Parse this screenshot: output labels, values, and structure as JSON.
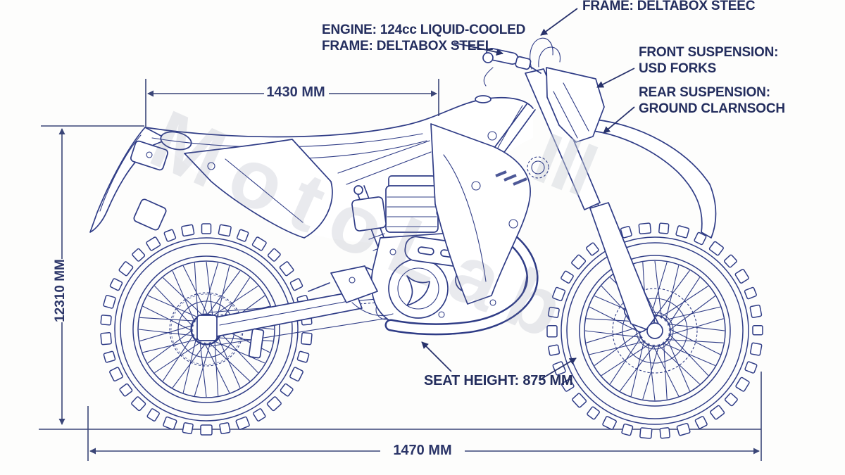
{
  "labels": {
    "frame_top": "FRAME: DELTABOX STEEC",
    "engine_line1": "ENGINE: 124cc LIQUID-COOLED",
    "engine_line2": "FRAME: DELTABOX STEEL",
    "front_suspension_line1": "FRONT SUSPENSION:",
    "front_suspension_line2": "USD FORKS",
    "rear_suspension_line1": "REAR SUSPENSION:",
    "rear_suspension_line2": "GROUND CLARNSOCH",
    "seat_height": "SEAT HEIGHT: 875 MM"
  },
  "dimensions": {
    "top_width": "1430 MM",
    "left_height": "12310 MM",
    "bottom_width": "1470 MM"
  },
  "watermark": "MotoLab",
  "colors": {
    "ink": "#242e5e",
    "drawing_line": "#2f3c86",
    "dimension_line": "#3a4577",
    "background": "#fdfdfc"
  }
}
